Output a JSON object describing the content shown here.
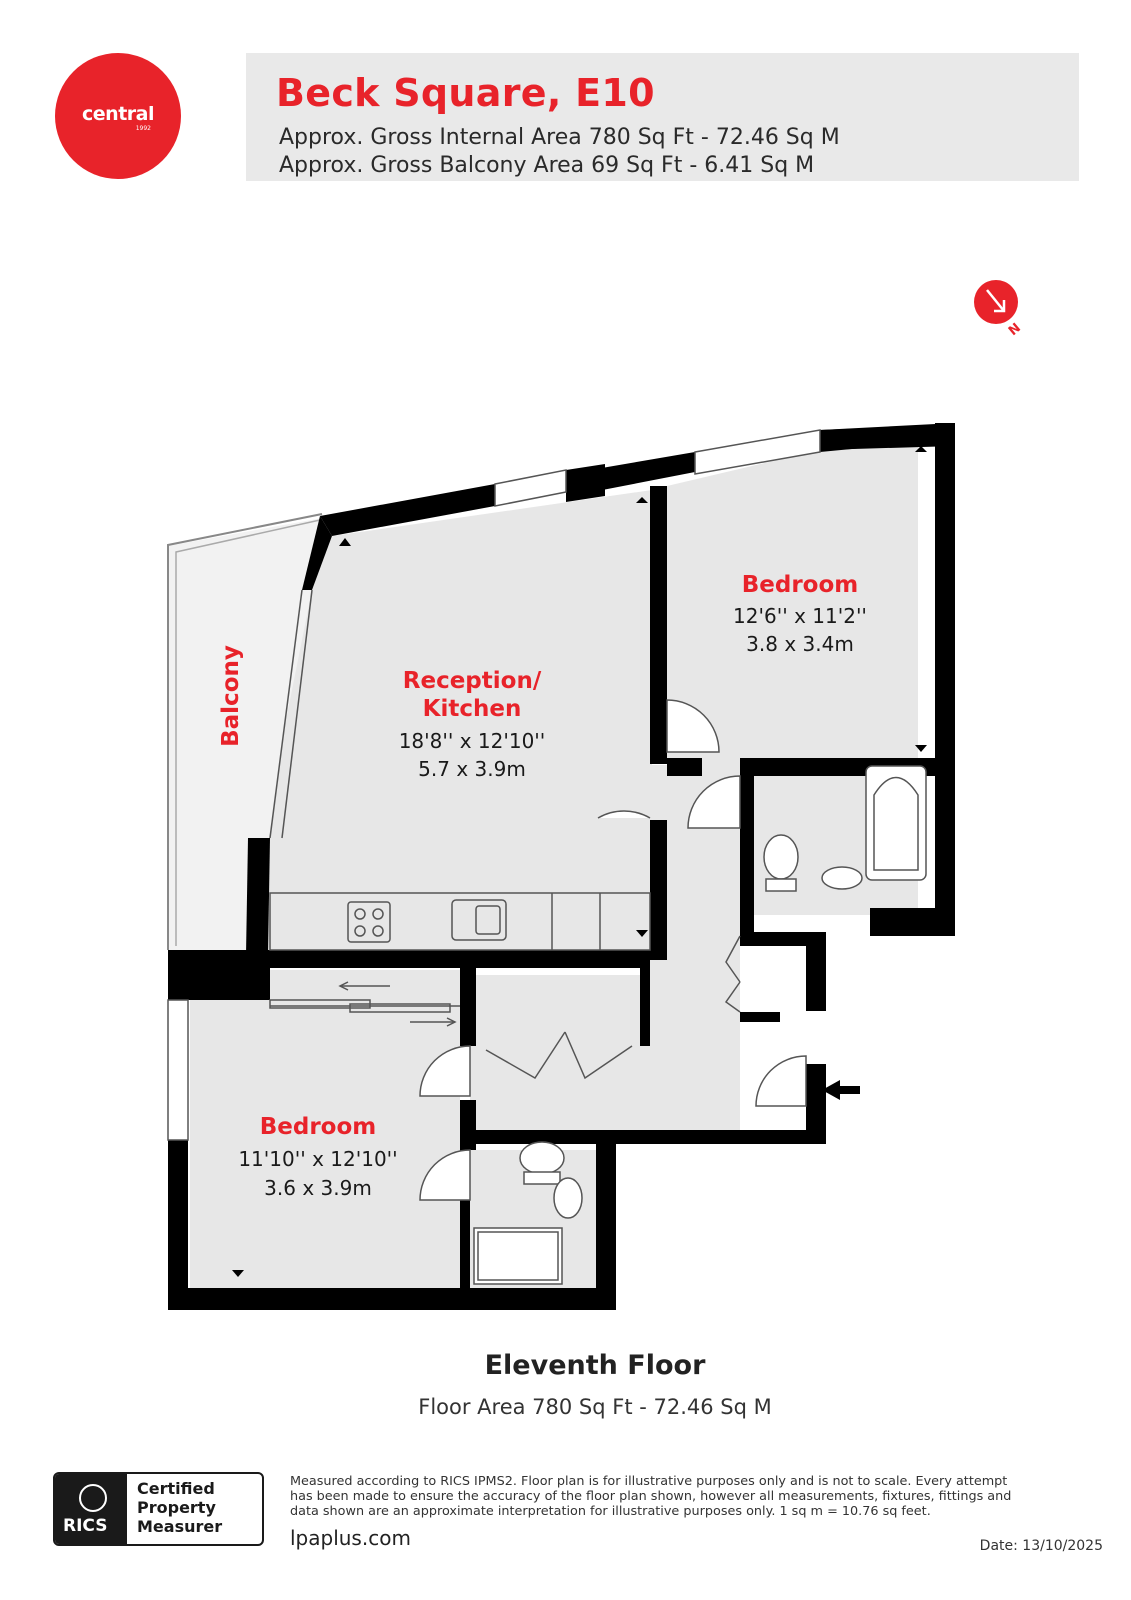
{
  "brand": {
    "name": "central",
    "year": "1992",
    "color": "#e8232a"
  },
  "header": {
    "title": "Beck Square, E10",
    "internal_area": "Approx. Gross Internal Area 780 Sq Ft - 72.46 Sq M",
    "balcony_area": "Approx. Gross Balcony Area 69 Sq Ft - 6.41 Sq M"
  },
  "compass": {
    "label": "N"
  },
  "rooms": {
    "reception": {
      "name_line1": "Reception/",
      "name_line2": "Kitchen",
      "imperial": "18'8'' x 12'10''",
      "metric": "5.7 x 3.9m"
    },
    "bedroom1": {
      "name": "Bedroom",
      "imperial": "12'6'' x 11'2''",
      "metric": "3.8 x 3.4m"
    },
    "bedroom2": {
      "name": "Bedroom",
      "imperial": "11'10'' x 12'10''",
      "metric": "3.6 x 3.9m"
    },
    "balcony": {
      "name": "Balcony"
    }
  },
  "floor": {
    "title": "Eleventh Floor",
    "area": "Floor Area 780 Sq Ft - 72.46 Sq M"
  },
  "footer": {
    "rics_word": "RICS",
    "certified_line1": "Certified",
    "certified_line2": "Property",
    "certified_line3": "Measurer",
    "disclaimer_line1": "Measured according to RICS IPMS2. Floor plan is for illustrative purposes only and is not to scale. Every attempt",
    "disclaimer_line2": "has been made to ensure the accuracy of the floor plan shown, however all measurements, fixtures, fittings and",
    "disclaimer_line3": "data shown are an approximate interpretation for illustrative purposes only. 1 sq m = 10.76 sq feet.",
    "website": "lpaplus.com",
    "date": "Date: 13/10/2025"
  },
  "colors": {
    "wall": "#000000",
    "floor": "#e7e7e7",
    "accent": "#e8232a"
  }
}
